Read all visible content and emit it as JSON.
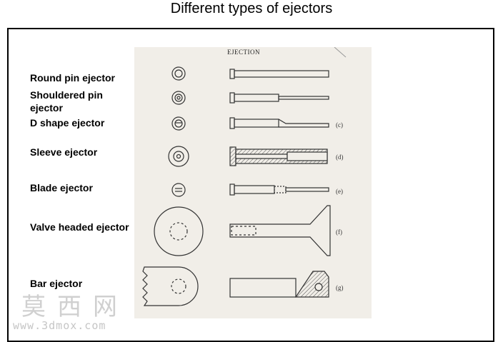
{
  "title": "Different types of ejectors",
  "labels": [
    {
      "text": "Round pin ejector"
    },
    {
      "text": "Shouldered pin ejector"
    },
    {
      "text": "D shape ejector"
    },
    {
      "text": "Sleeve ejector"
    },
    {
      "text": "Blade ejector"
    },
    {
      "text": "Valve headed ejector"
    },
    {
      "text": "Bar ejector"
    }
  ],
  "figure": {
    "heading": "EJECTION",
    "tags": [
      "(c)",
      "(d)",
      "(e)",
      "(f)",
      "(g)"
    ]
  },
  "watermark": {
    "cn": "莫西网",
    "url": "www.3dmox.com"
  }
}
